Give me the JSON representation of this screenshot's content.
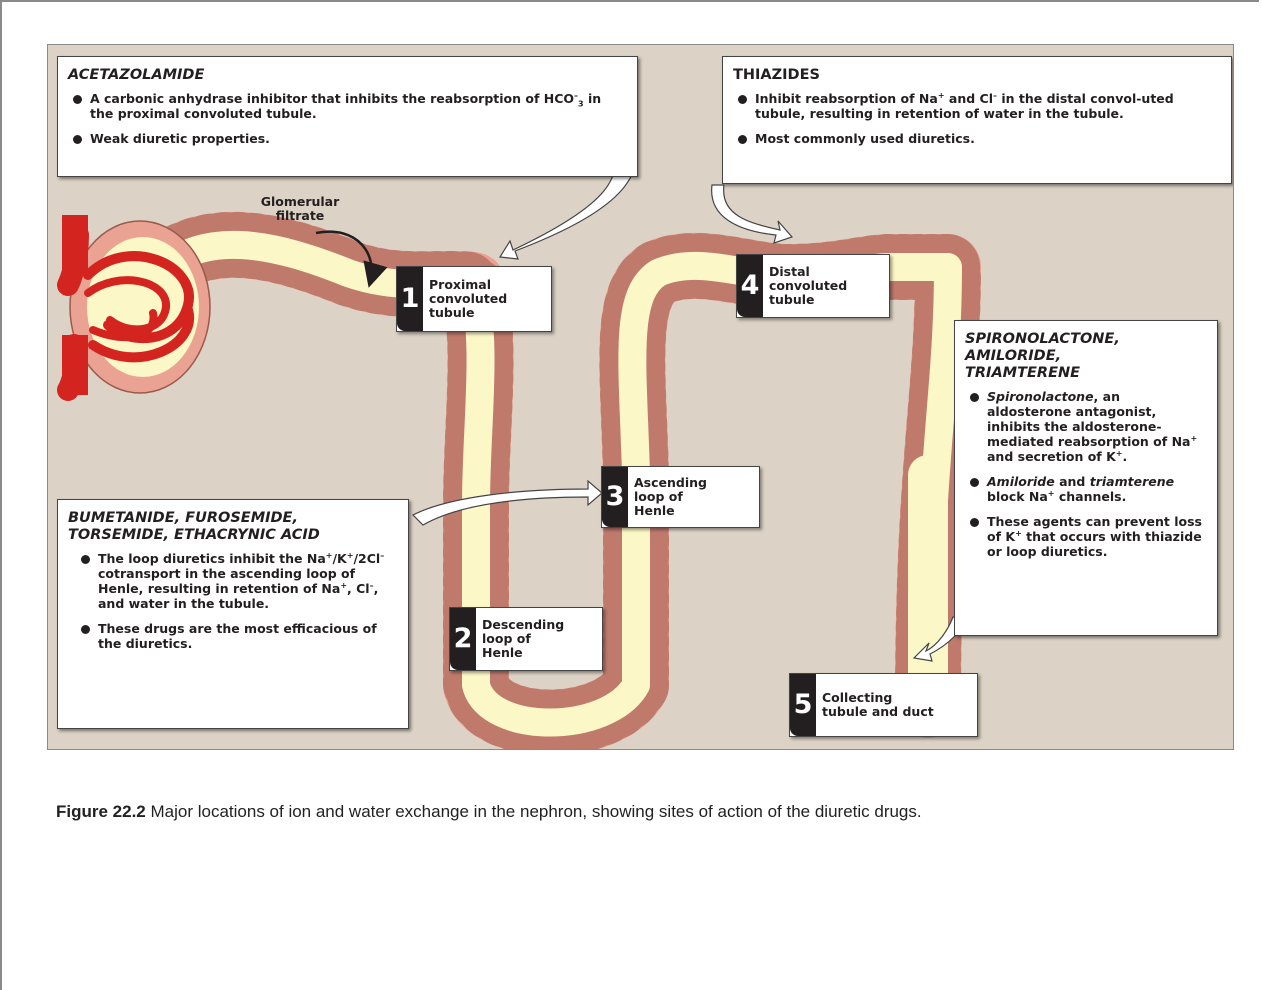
{
  "colors": {
    "background": "#dcd2c5",
    "tubule_wall": "#eaa293",
    "tubule_lumen": "#fbf7c6",
    "vessel": "#d42420",
    "number_box": "#231f20"
  },
  "glomerulus": {
    "label_line1": "Glomerular",
    "label_line2": "filtrate"
  },
  "sites": [
    {
      "number": "1",
      "lines": [
        "Proximal",
        "convoluted",
        "tubule"
      ]
    },
    {
      "number": "2",
      "lines": [
        "Descending",
        "loop of",
        "Henle"
      ]
    },
    {
      "number": "3",
      "lines": [
        "Ascending",
        "loop of",
        "Henle"
      ]
    },
    {
      "number": "4",
      "lines": [
        "Distal",
        "convoluted",
        "tubule"
      ]
    },
    {
      "number": "5",
      "lines": [
        "Collecting",
        "tubule and duct"
      ]
    }
  ],
  "acetazolamide": {
    "title": "ACETAZOLAMIDE",
    "b1_pre": "A carbonic anhydrase inhibitor that inhibits the reabsorption of HCO",
    "b1_sup": "–",
    "b1_sub": "3",
    "b1_post": " in the proximal convoluted tubule.",
    "b2": "Weak diuretic properties."
  },
  "thiazides": {
    "title": "THIAZIDES",
    "b1_a": "Inhibit reabsorption of Na",
    "b1_b": " and Cl",
    "b1_c": " in the distal convol-uted tubule, resulting in retention of water in the tubule.",
    "sup_plus": "+",
    "sup_minus": "–",
    "b2": "Most commonly used diuretics."
  },
  "loop": {
    "title_l1": "BUMETANIDE, FUROSEMIDE,",
    "title_l2": "TORSEMIDE, ETHACRYNIC ACID",
    "b1_a": "The loop diuretics inhibit the Na",
    "b1_b": "/K",
    "b1_c": "/2Cl",
    "b1_d": "  cotransport in the ascending loop of Henle, resulting in retention of Na",
    "b1_e": ", Cl",
    "b1_f": ", and water in the tubule.",
    "sup_plus": "+",
    "sup_minus": "–",
    "b2": "These drugs are the most efficacious of the diuretics."
  },
  "spiro": {
    "title_l1": "SPIRONOLACTONE,",
    "title_l2": "AMILORIDE,",
    "title_l3": "TRIAMTERENE",
    "b1_drug": "Spironolactone",
    "b1_a": ", an aldosterone antagonist, inhibits the aldosterone-mediated reabsorption of Na",
    "b1_b": " and secretion of K",
    "b1_c": ".",
    "sup_plus": "+",
    "b2_drug1": "Amiloride",
    "b2_and": " and ",
    "b2_drug2": "triamterene",
    "b2_a": " block Na",
    "b2_b": " channels.",
    "b3_a": "These agents can prevent loss of K",
    "b3_b": " that occurs with thiazide or loop diuretics."
  },
  "caption": {
    "label": "Figure 22.2",
    "text": " Major locations of ion and water exchange in the nephron, showing sites of action of the diuretic drugs."
  }
}
